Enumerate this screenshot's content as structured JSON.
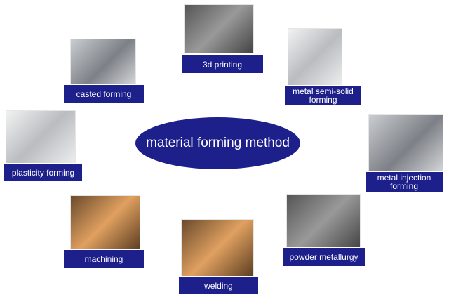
{
  "center": {
    "title": "material forming method"
  },
  "methods": [
    {
      "label": "3d printing"
    },
    {
      "label": "casted forming"
    },
    {
      "label": "metal semi-solid forming"
    },
    {
      "label": "plasticity forming"
    },
    {
      "label": "metal injection forming"
    },
    {
      "label": "machining"
    },
    {
      "label": "welding"
    },
    {
      "label": "powder metallurgy"
    }
  ],
  "colors": {
    "primary": "#1d1f8a",
    "text": "#ffffff"
  }
}
